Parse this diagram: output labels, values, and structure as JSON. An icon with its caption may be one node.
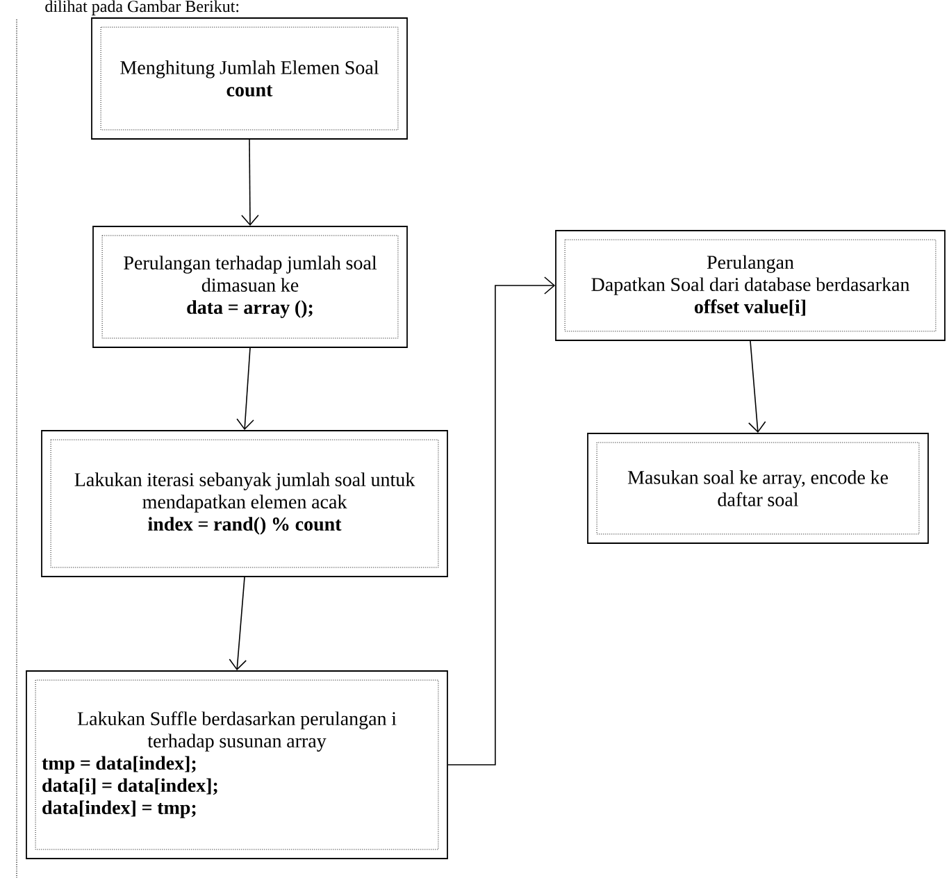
{
  "diagram": {
    "nodes": [
      {
        "text": [
          "Menghitung Jumlah Elemen Soal",
          "count"
        ]
      },
      {
        "text": [
          "Perulangan terhadap jumlah soal dimasuan ke",
          "data = array ();"
        ]
      },
      {
        "text": [
          "Lakukan iterasi sebanyak jumlah soal untuk mendapatkan elemen acak",
          "index = rand() % count"
        ]
      },
      {
        "text": [
          "Lakukan Suffle berdasarkan perulangan i terhadap susunan array",
          "tmp = data[index];",
          "data[i] = data[index];",
          "data[index] = tmp;"
        ]
      },
      {
        "text": [
          "Perulangan",
          "Dapatkan Soal dari database berdasarkan **offset value[i]**"
        ]
      },
      {
        "text": [
          "Masukan soal ke array, encode ke daftar soal"
        ]
      }
    ],
    "edges": [
      {
        "from": 0,
        "to": 1,
        "arrow": "to"
      },
      {
        "from": 1,
        "to": 2,
        "arrow": "to"
      },
      {
        "from": 2,
        "to": 3,
        "arrow": "to"
      },
      {
        "from": 3,
        "to": 4,
        "arrow": "to"
      },
      {
        "from": 4,
        "to": 5,
        "arrow": "to"
      }
    ],
    "labels": [
      "dilihat pada Gambar Berikut:"
    ]
  }
}
